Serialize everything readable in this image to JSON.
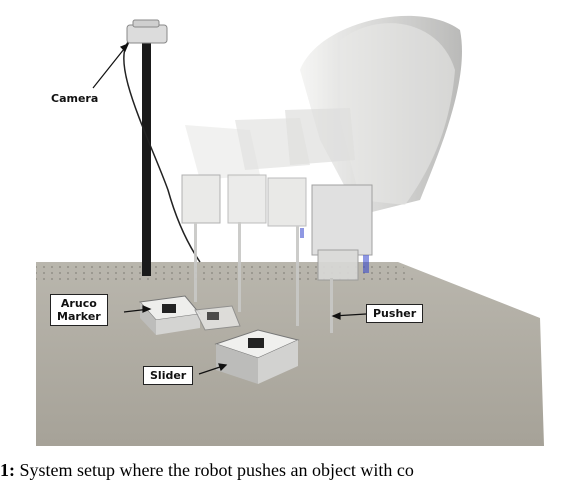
{
  "figure": {
    "labels": {
      "camera": "Camera",
      "aruco": "Aruco\nMarker",
      "pusher": "Pusher",
      "slider": "Slider"
    }
  },
  "caption": {
    "prefix": "1:",
    "text": " System setup where the robot pushes an object with co"
  }
}
